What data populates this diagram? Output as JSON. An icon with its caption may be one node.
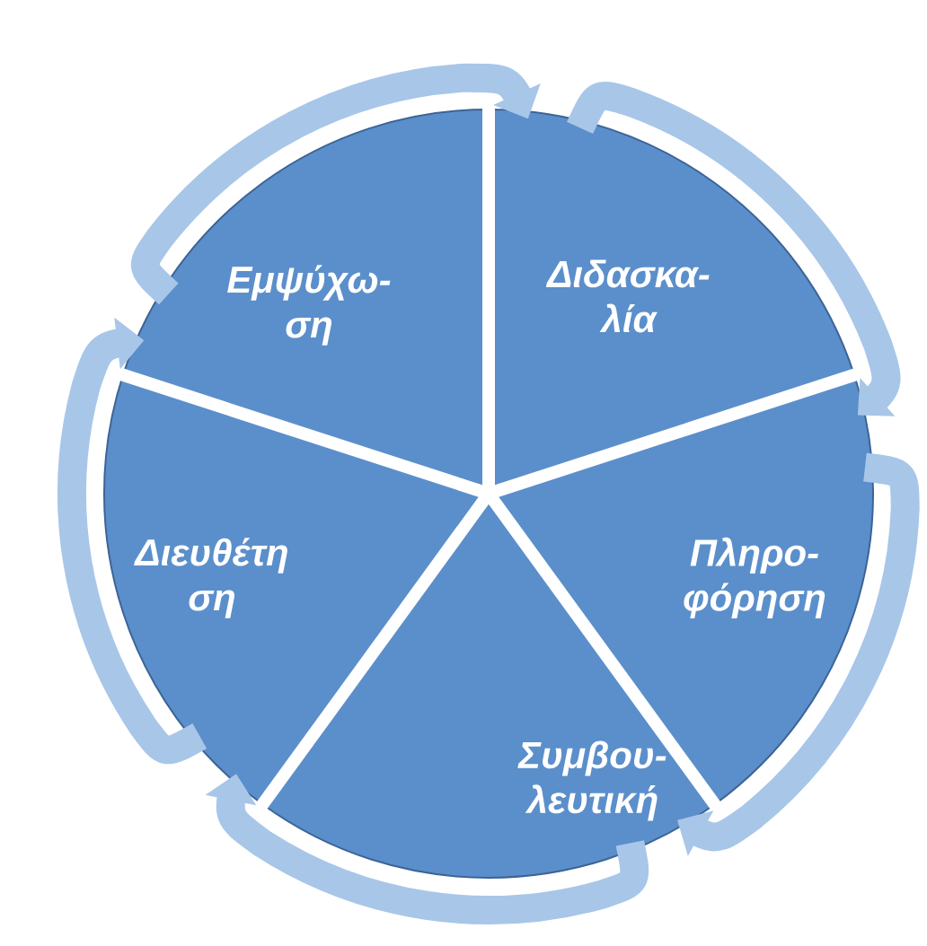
{
  "diagram": {
    "nodes": [
      {
        "text": [
          "Εμψύχω- ση"
        ]
      },
      {
        "text": [
          "Διδασκα- λία"
        ]
      },
      {
        "text": [
          "Διευθέτη ση"
        ]
      },
      {
        "text": [
          "Πληρο- φόρηση"
        ]
      },
      {
        "text": [
          "Συμβου- λευτική"
        ]
      }
    ],
    "edges": [
      {
        "from": 0,
        "to": 1,
        "arrow": "to"
      },
      {
        "from": 1,
        "to": 3,
        "arrow": "to"
      },
      {
        "from": 3,
        "to": 4,
        "arrow": "to"
      },
      {
        "from": 4,
        "to": 2,
        "arrow": "to"
      },
      {
        "from": 2,
        "to": 0,
        "arrow": "to"
      }
    ]
  }
}
